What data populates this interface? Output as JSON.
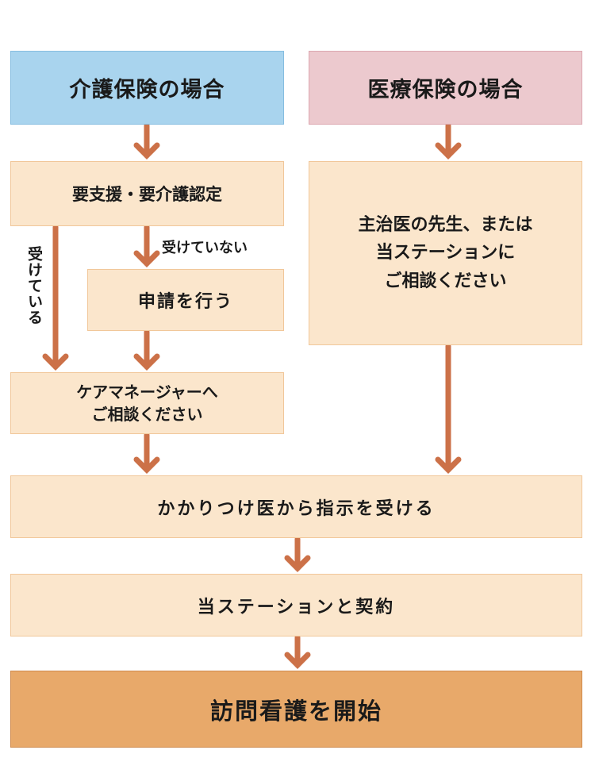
{
  "headers": {
    "kaigo": "介護保険の場合",
    "iryo": "医療保険の場合"
  },
  "kaigo_flow": {
    "step1": "要支援・要介護認定",
    "not_received_label": "受けていない",
    "received_label": "受けている",
    "apply": "申請を行う",
    "care_manager_line1": "ケアマネージャーへ",
    "care_manager_line2": "ご相談ください"
  },
  "iryo_flow": {
    "consult_line1": "主治医の先生、または",
    "consult_line2": "当ステーションに",
    "consult_line3": "ご相談ください"
  },
  "common_flow": {
    "doctor_instruction": "かかりつけ医から指示を受ける",
    "contract": "当ステーションと契約",
    "start": "訪問看護を開始"
  },
  "colors": {
    "arrow": "#cc7148",
    "header_blue": "#a9d4ee",
    "header_pink": "#ecc9ce",
    "box_peach": "#fbe6cc",
    "final_orange": "#e8a96a"
  }
}
